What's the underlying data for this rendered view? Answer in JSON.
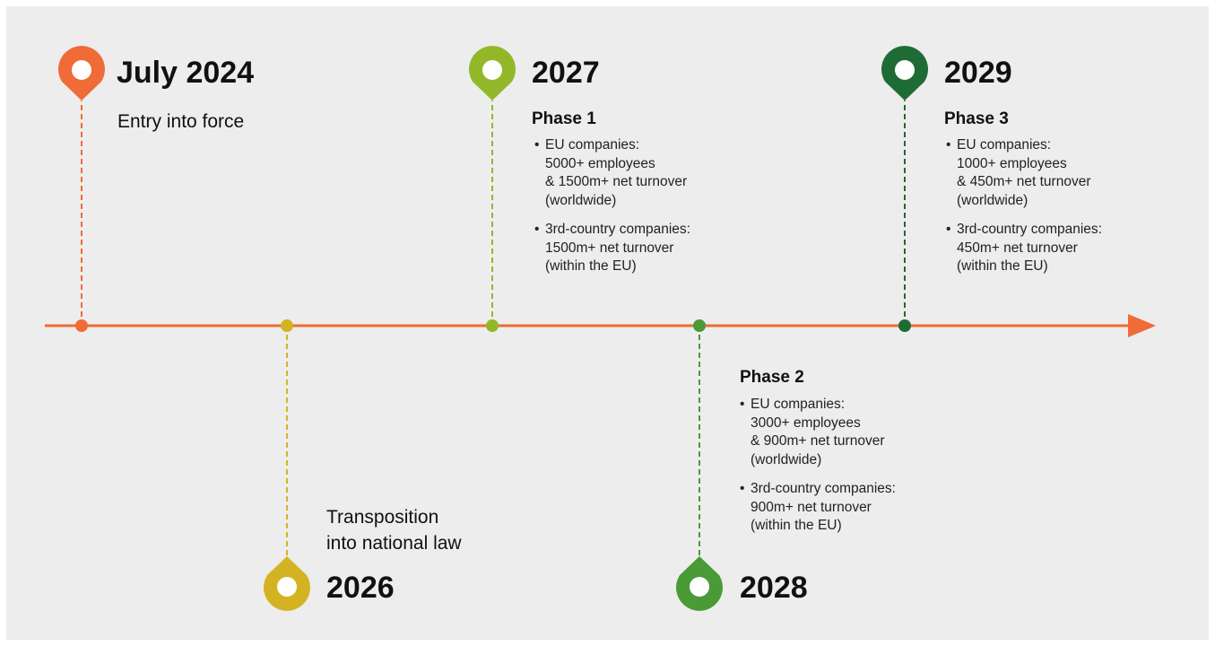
{
  "colors": {
    "background": "#ededed",
    "axis": "#ef6b37",
    "m2024": "#ef6b37",
    "m2026": "#d4b323",
    "m2027": "#92b82a",
    "m2028": "#4a9a35",
    "m2029": "#1e6b35"
  },
  "milestones": [
    {
      "year": "July 2024",
      "title": "Entry into force",
      "icon": "map-pin-icon"
    },
    {
      "year": "2026",
      "title": "Transposition\ninto national law",
      "icon": "map-pin-icon"
    },
    {
      "year": "2027",
      "title": "Phase 1",
      "icon": "map-pin-icon",
      "bullets": [
        "EU companies:\n5000+ employees\n& 1500m+ net turnover\n(worldwide)",
        "3rd-country companies:\n1500m+ net turnover\n(within the EU)"
      ]
    },
    {
      "year": "2028",
      "title": "Phase 2",
      "icon": "map-pin-icon",
      "bullets": [
        "EU companies:\n3000+ employees\n& 900m+ net turnover\n(worldwide)",
        "3rd-country companies:\n900m+ net turnover\n(within the EU)"
      ]
    },
    {
      "year": "2029",
      "title": "Phase 3",
      "icon": "map-pin-icon",
      "bullets": [
        "EU companies:\n1000+ employees\n& 450m+ net turnover\n(worldwide)",
        "3rd-country companies:\n450m+ net turnover\n(within the EU)"
      ]
    }
  ]
}
